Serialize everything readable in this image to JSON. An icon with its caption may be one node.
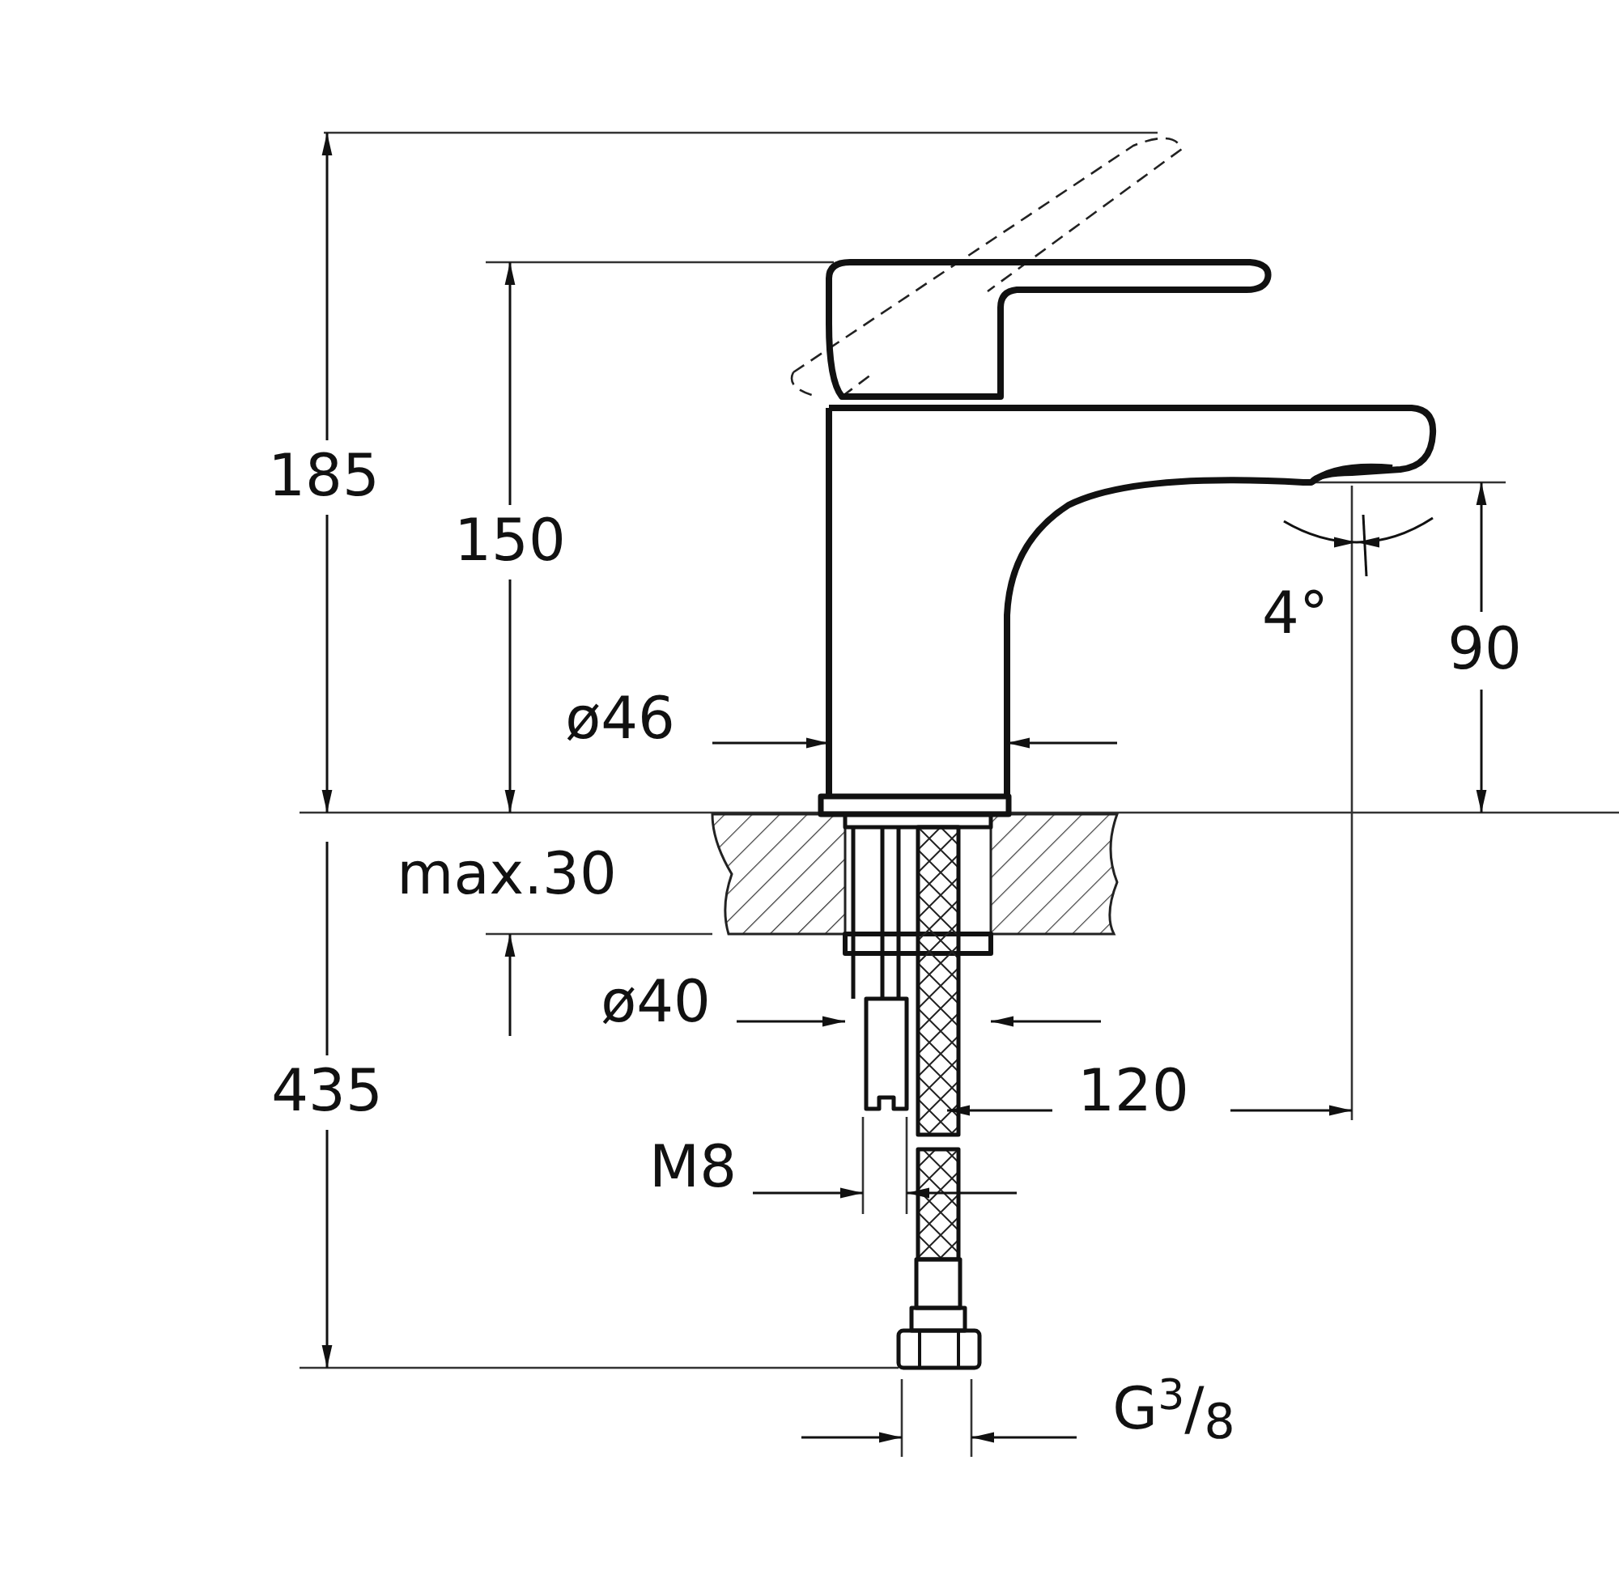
{
  "diagram": {
    "labels": [
      "185",
      "150",
      "4°",
      "90",
      "ø46",
      "max.30",
      "ø40",
      "435",
      "120",
      "M8",
      "G$^{3}$/$_{8}$"
    ]
  }
}
